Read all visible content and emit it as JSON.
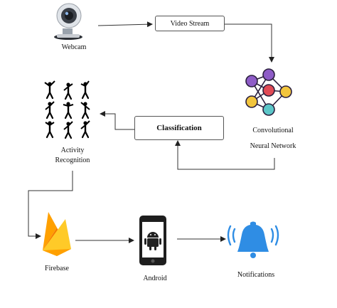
{
  "nodes": {
    "webcam": {
      "label": "Webcam",
      "icon": "webcam-icon"
    },
    "video_stream": {
      "label": "Video Stream"
    },
    "cnn": {
      "label_line1": "Convolutional",
      "label_line2": "Neural Network",
      "icon": "neural-network-icon"
    },
    "classification": {
      "label": "Classification"
    },
    "activity": {
      "label_line1": "Activity",
      "label_line2": "Recognition",
      "icon": "activity-figures-icon"
    },
    "firebase": {
      "label": "Firebase",
      "icon": "firebase-icon"
    },
    "android": {
      "label": "Android",
      "icon": "android-phone-icon"
    },
    "notifications": {
      "label": "Notifications",
      "icon": "bell-icon"
    }
  },
  "colors": {
    "nn_purple": "#8e5cc7",
    "nn_red": "#e04a56",
    "nn_yellow": "#f2c53d",
    "nn_teal": "#5cc6c8",
    "firebase_orange": "#f57c00",
    "firebase_yellow": "#ffca28",
    "bell_blue": "#2f8de4"
  }
}
